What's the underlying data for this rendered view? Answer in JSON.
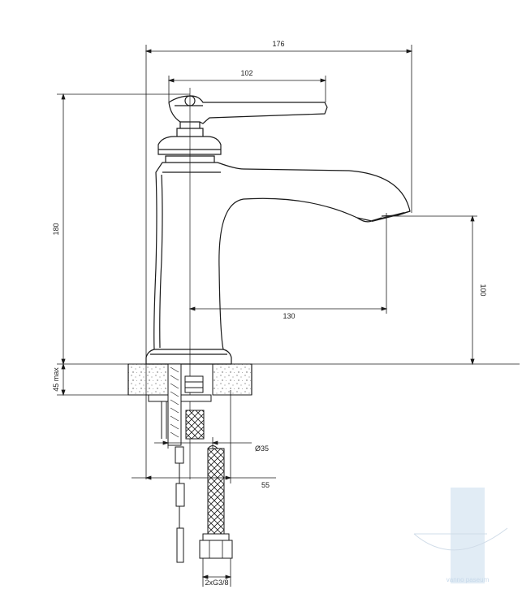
{
  "dimensions": {
    "overall_width": "176",
    "handle_span": "102",
    "overall_height": "180",
    "spout_reach": "130",
    "spout_height": "100",
    "deck_thickness": "45 max",
    "base_diameter": "Ø35",
    "shank_offset": "55",
    "connection_thread": "2xG3/8"
  },
  "watermark": {
    "text": "vanno paseum",
    "color": "#c7d9ea"
  },
  "colors": {
    "line": "#1a1a1a",
    "speckle_fill": "#e9e9e9"
  }
}
